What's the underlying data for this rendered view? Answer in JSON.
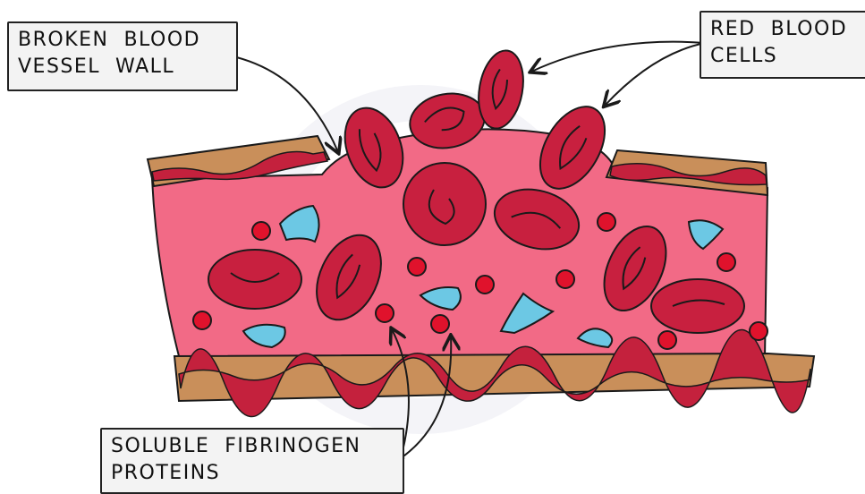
{
  "labels": {
    "broken_wall": [
      "BROKEN  BLOOD",
      "VESSEL  WALL"
    ],
    "red_blood_cells": [
      "RED  BLOOD",
      "CELLS"
    ],
    "fibrinogen": [
      "SOLUBLE  FIBRINOGEN",
      "PROTEINS"
    ]
  },
  "colors": {
    "plasma": "#f26a86",
    "wall_tan": "#c98f5a",
    "wall_red": "#c4213d",
    "rbc": "#c8203f",
    "fibrinogen": "#e0122c",
    "platelet": "#6cc8e4",
    "outline": "#1a1a1a"
  }
}
